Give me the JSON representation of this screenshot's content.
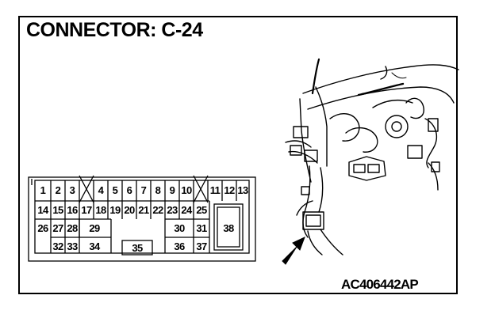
{
  "title": "CONNECTOR: C-24",
  "figure_code": "AC406442AP",
  "connector": {
    "row1": [
      "1",
      "2",
      "3",
      "",
      "4",
      "5",
      "6",
      "7",
      "8",
      "9",
      "10",
      "",
      "11",
      "12",
      "13"
    ],
    "row2": [
      "14",
      "15",
      "16",
      "17",
      "18",
      "19",
      "20",
      "21",
      "22",
      "23",
      "24",
      "25"
    ],
    "pins_large": [
      "26",
      "27",
      "28",
      "29",
      "30",
      "31",
      "32",
      "33",
      "34",
      "35",
      "36",
      "37",
      "38"
    ]
  }
}
